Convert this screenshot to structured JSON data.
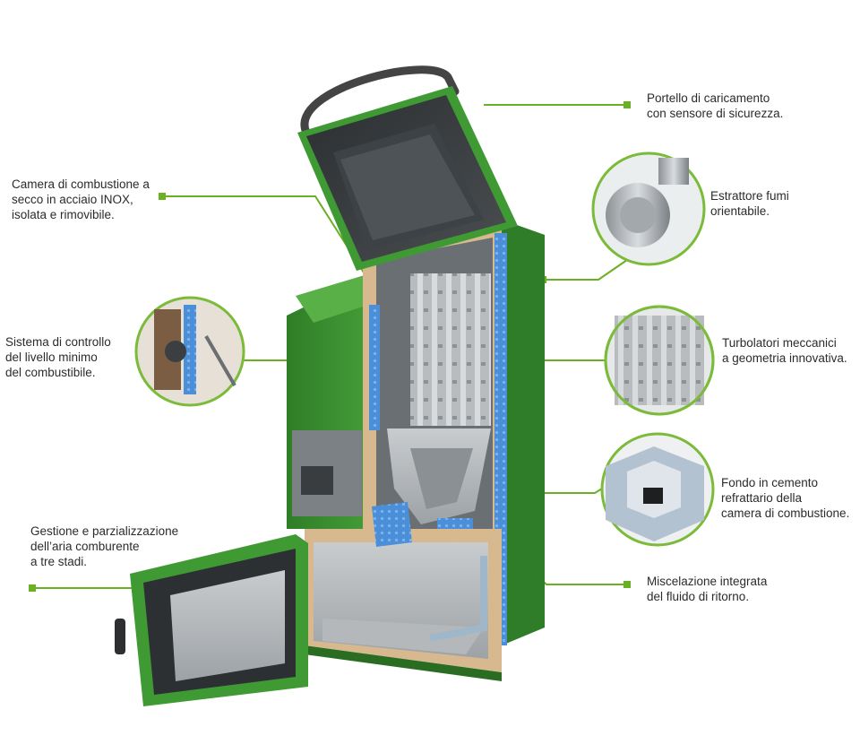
{
  "accent_color": "#6ab023",
  "body_color": "#3f9a34",
  "callouts": [
    {
      "id": "portello",
      "text": "Portello di caricamento\ncon sensore di sicurezza.",
      "icon": "loading-door"
    },
    {
      "id": "camera",
      "text": "Camera di combustione a\nsecco  in acciaio INOX,\nisolata e rimovibile.",
      "icon": "combustion-chamber"
    },
    {
      "id": "estrattore",
      "text": "Estrattore fumi\norientabile.",
      "icon": "fume-extractor-fan"
    },
    {
      "id": "sistema",
      "text": "Sistema di controllo\ndel livello minimo\ndel combustibile.",
      "icon": "level-sensor"
    },
    {
      "id": "turbolatori",
      "text": "Turbolatori meccanici\na geometria innovativa.",
      "icon": "turbulators"
    },
    {
      "id": "fondo",
      "text": "Fondo in cemento\nrefrattario della\ncamera di combustione.",
      "icon": "refractory-base"
    },
    {
      "id": "gestione",
      "text": "Gestione e parzializzazione\ndell’aria comburente\na tre stadi.",
      "icon": "air-control"
    },
    {
      "id": "miscelazione",
      "text": "Miscelazione integrata\ndel fluido di ritorno.",
      "icon": "return-mixing"
    }
  ]
}
